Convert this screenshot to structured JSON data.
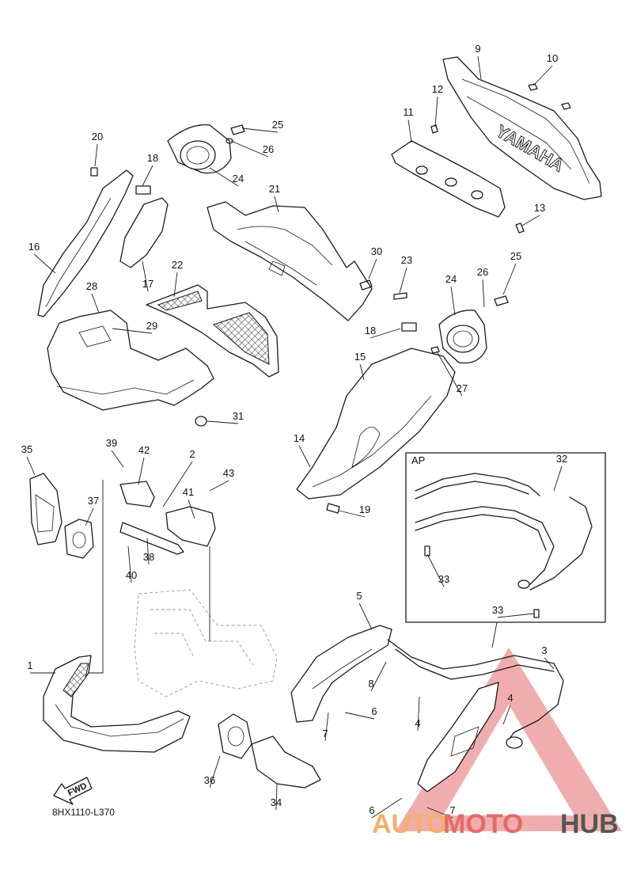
{
  "drawing_code": "8HX1110-L370",
  "fwd_label": "FWD",
  "inset_label": "AP",
  "watermark": {
    "auto": "AUTO",
    "moto": "MOTO",
    "hub": "HUB",
    "color_auto": "#f3b06a",
    "color_moto": "#e46a6a",
    "color_hub": "#555555"
  },
  "callouts": [
    {
      "id": "c1",
      "label": "1"
    },
    {
      "id": "c2",
      "label": "2"
    },
    {
      "id": "c3",
      "label": "3"
    },
    {
      "id": "c4a",
      "label": "4"
    },
    {
      "id": "c4b",
      "label": "4"
    },
    {
      "id": "c5",
      "label": "5"
    },
    {
      "id": "c6a",
      "label": "6"
    },
    {
      "id": "c6b",
      "label": "6"
    },
    {
      "id": "c7a",
      "label": "7"
    },
    {
      "id": "c7b",
      "label": "7"
    },
    {
      "id": "c8",
      "label": "8"
    },
    {
      "id": "c9",
      "label": "9"
    },
    {
      "id": "c10",
      "label": "10"
    },
    {
      "id": "c11",
      "label": "11"
    },
    {
      "id": "c12",
      "label": "12"
    },
    {
      "id": "c13",
      "label": "13"
    },
    {
      "id": "c14",
      "label": "14"
    },
    {
      "id": "c15",
      "label": "15"
    },
    {
      "id": "c16",
      "label": "16"
    },
    {
      "id": "c17",
      "label": "17"
    },
    {
      "id": "c18a",
      "label": "18"
    },
    {
      "id": "c18b",
      "label": "18"
    },
    {
      "id": "c19",
      "label": "19"
    },
    {
      "id": "c20",
      "label": "20"
    },
    {
      "id": "c21",
      "label": "21"
    },
    {
      "id": "c22",
      "label": "22"
    },
    {
      "id": "c23",
      "label": "23"
    },
    {
      "id": "c24a",
      "label": "24"
    },
    {
      "id": "c24b",
      "label": "24"
    },
    {
      "id": "c25a",
      "label": "25"
    },
    {
      "id": "c25b",
      "label": "25"
    },
    {
      "id": "c26a",
      "label": "26"
    },
    {
      "id": "c26b",
      "label": "26"
    },
    {
      "id": "c27",
      "label": "27"
    },
    {
      "id": "c28",
      "label": "28"
    },
    {
      "id": "c29",
      "label": "29"
    },
    {
      "id": "c30",
      "label": "30"
    },
    {
      "id": "c31",
      "label": "31"
    },
    {
      "id": "c32",
      "label": "32"
    },
    {
      "id": "c33a",
      "label": "33"
    },
    {
      "id": "c33b",
      "label": "33"
    },
    {
      "id": "c34",
      "label": "34"
    },
    {
      "id": "c35",
      "label": "35"
    },
    {
      "id": "c36",
      "label": "36"
    },
    {
      "id": "c37",
      "label": "37"
    },
    {
      "id": "c38",
      "label": "38"
    },
    {
      "id": "c39",
      "label": "39"
    },
    {
      "id": "c40",
      "label": "40"
    },
    {
      "id": "c41",
      "label": "41"
    },
    {
      "id": "c42",
      "label": "42"
    },
    {
      "id": "c43",
      "label": "43"
    }
  ],
  "emblem_text": "YAMAHA"
}
